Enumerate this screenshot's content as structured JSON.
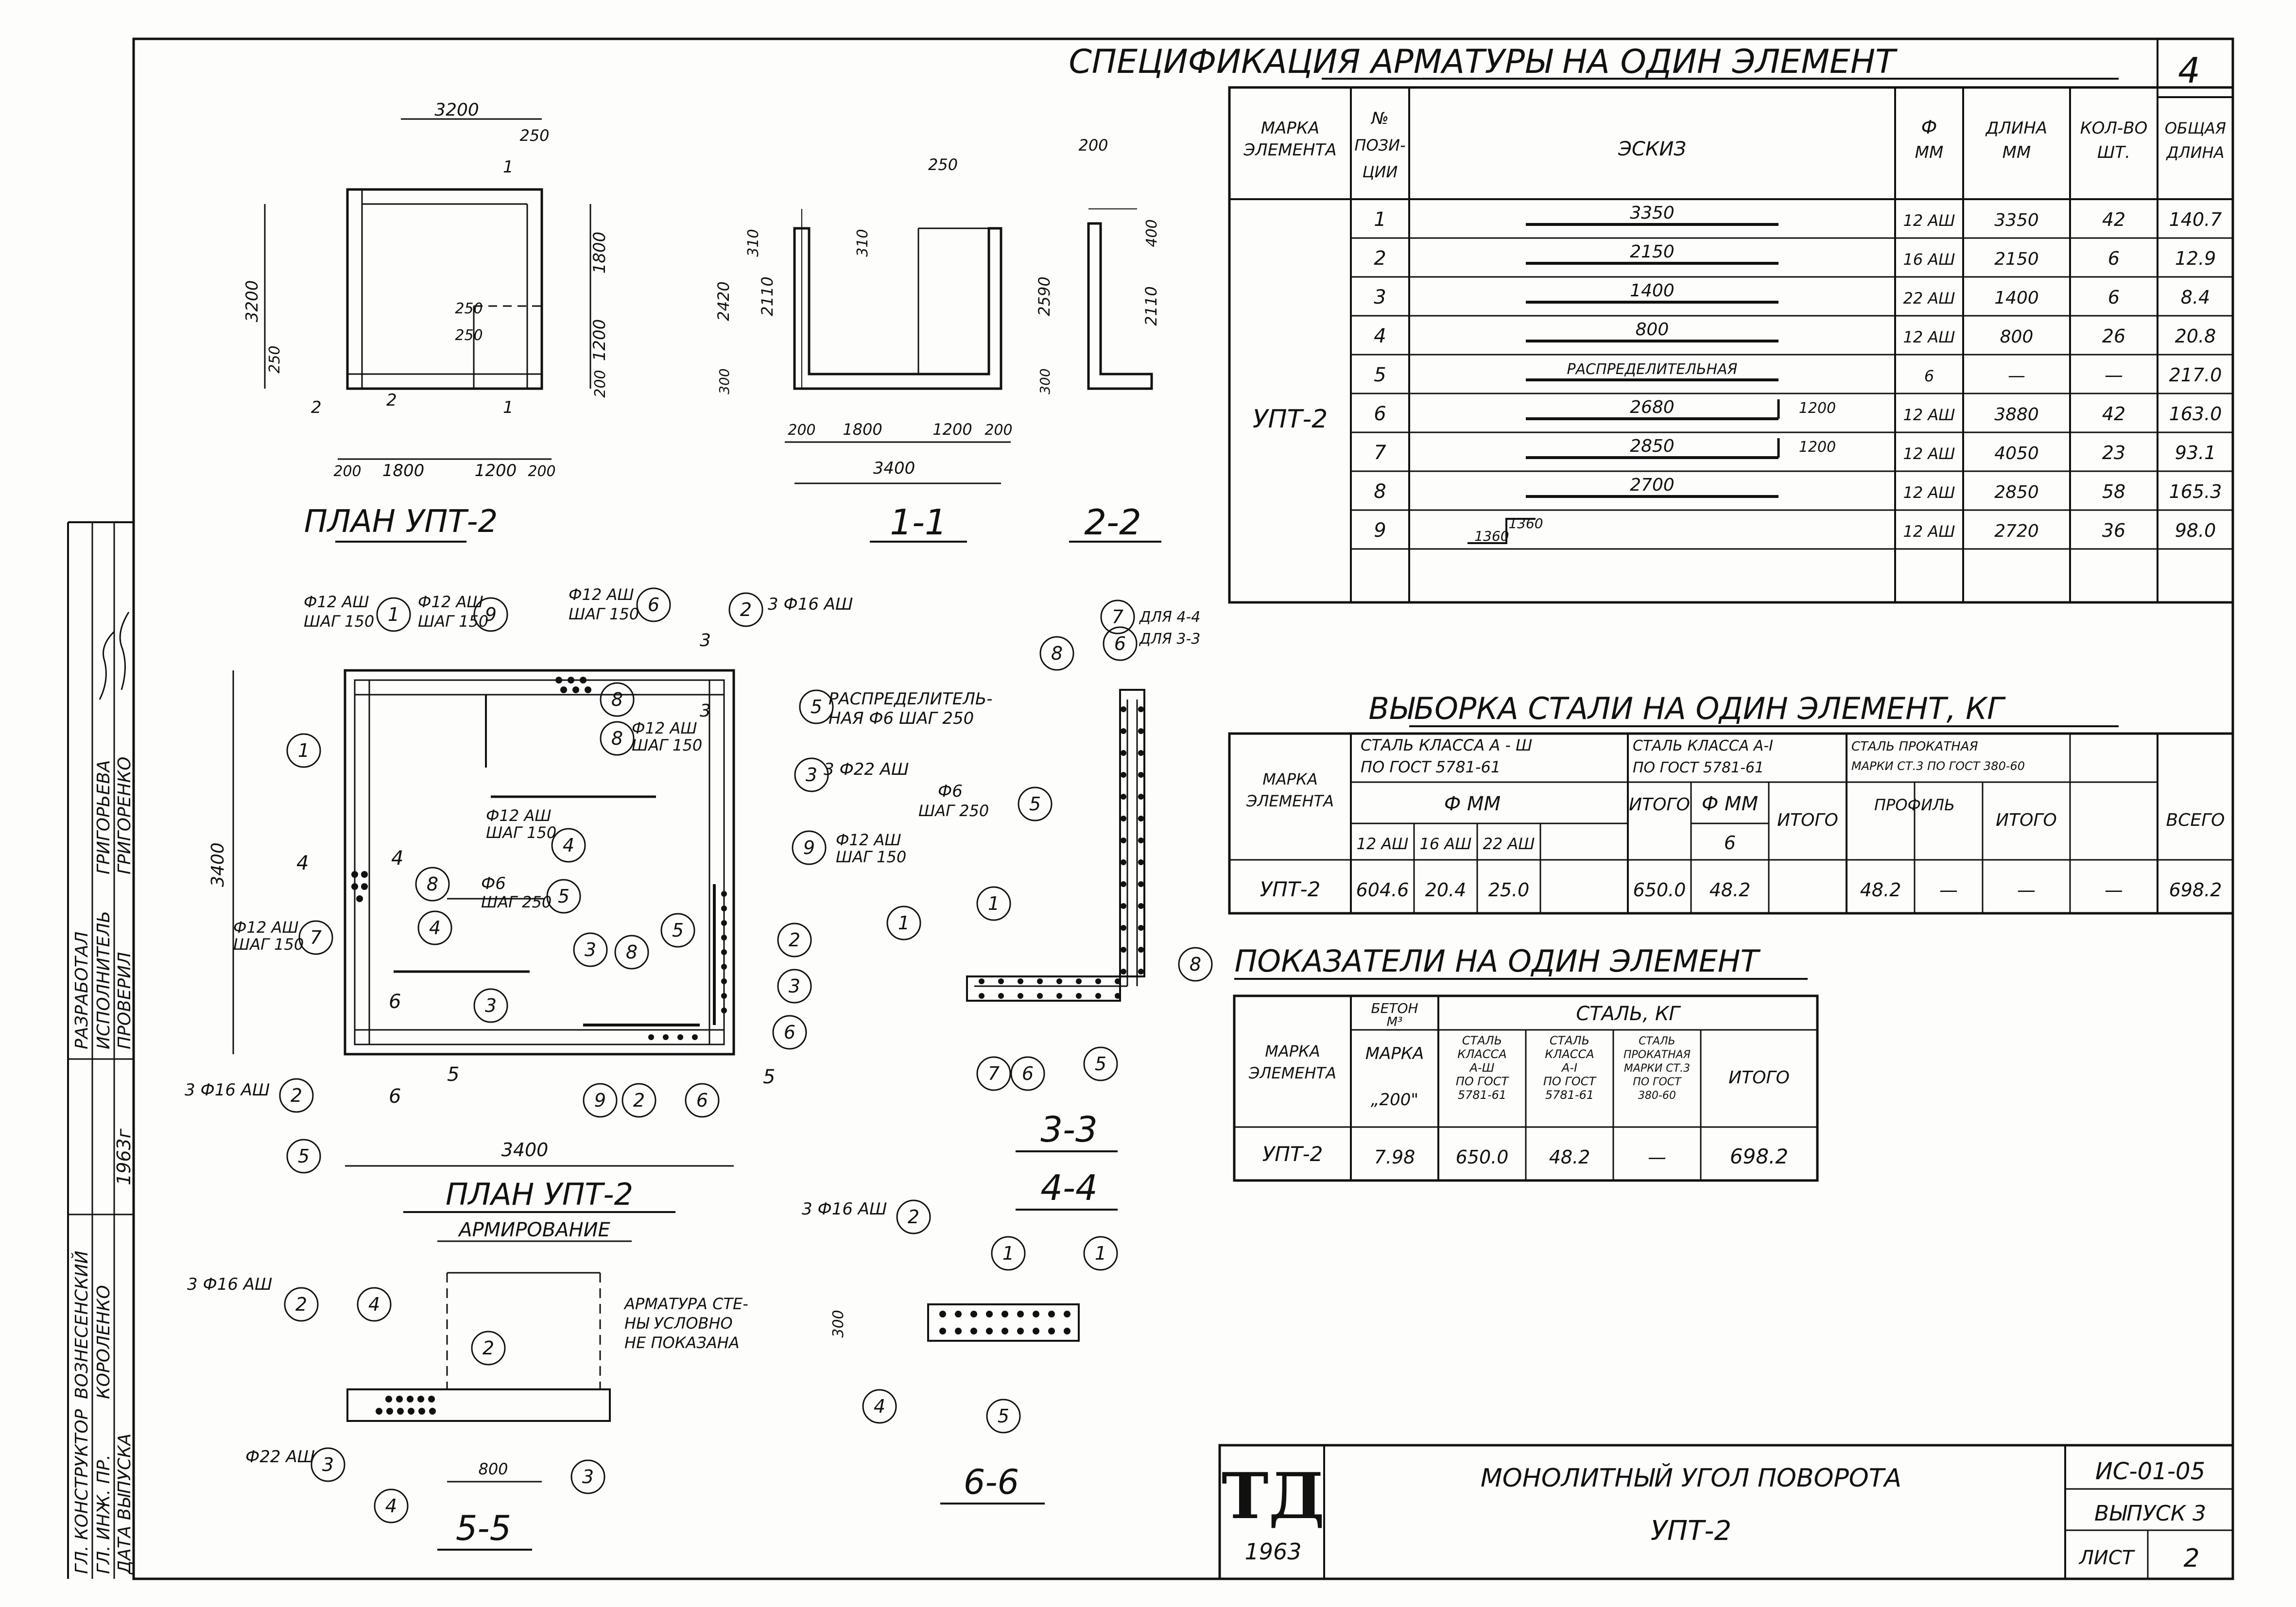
{
  "sheet_number": "4",
  "spec": {
    "title": "СПЕЦИФИКАЦИЯ АРМАТУРЫ НА ОДИН ЭЛЕМЕНТ",
    "headers": {
      "mark": [
        "МАРКА",
        "ЭЛЕМЕНТА"
      ],
      "pos": [
        "№",
        "ПОЗИ-",
        "ЦИИ"
      ],
      "sketch": "ЭСКИЗ",
      "dia": [
        "Ф",
        "ММ"
      ],
      "length": [
        "ДЛИНА",
        "ММ"
      ],
      "count": [
        "КОЛ-ВО",
        "ШТ."
      ],
      "total": [
        "ОБЩАЯ",
        "ДЛИНА"
      ]
    },
    "element": "УПТ-2",
    "rows": [
      {
        "pos": "1",
        "sketch": "3350",
        "sketch2": "",
        "dia": "12 АШ",
        "length": "3350",
        "count": "42",
        "total": "140.7"
      },
      {
        "pos": "2",
        "sketch": "2150",
        "sketch2": "",
        "dia": "16 АШ",
        "length": "2150",
        "count": "6",
        "total": "12.9"
      },
      {
        "pos": "3",
        "sketch": "1400",
        "sketch2": "",
        "dia": "22 АШ",
        "length": "1400",
        "count": "6",
        "total": "8.4"
      },
      {
        "pos": "4",
        "sketch": "800",
        "sketch2": "",
        "dia": "12 АШ",
        "length": "800",
        "count": "26",
        "total": "20.8"
      },
      {
        "pos": "5",
        "sketch": "РАСПРЕДЕЛИТЕЛЬНАЯ",
        "sketch2": "",
        "dia": "6",
        "length": "—",
        "count": "—",
        "total": "217.0"
      },
      {
        "pos": "6",
        "sketch": "2680",
        "sketch2": "1200",
        "dia": "12 АШ",
        "length": "3880",
        "count": "42",
        "total": "163.0"
      },
      {
        "pos": "7",
        "sketch": "2850",
        "sketch2": "1200",
        "dia": "12 АШ",
        "length": "4050",
        "count": "23",
        "total": "93.1"
      },
      {
        "pos": "8",
        "sketch": "2700",
        "sketch2": "",
        "dia": "12 АШ",
        "length": "2850",
        "count": "58",
        "total": "165.3"
      },
      {
        "pos": "9",
        "sketch": "1360",
        "sketch2": "1360",
        "dia": "12 АШ",
        "length": "2720",
        "count": "36",
        "total": "98.0"
      }
    ]
  },
  "steel": {
    "title": "ВЫБОРКА СТАЛИ НА ОДИН ЭЛЕМЕНТ, КГ",
    "mark": [
      "МАРКА",
      "ЭЛЕМЕНТА"
    ],
    "group_a3": [
      "СТАЛЬ КЛАССА А - Ш",
      "ПО ГОСТ 5781-61"
    ],
    "group_a1": [
      "СТАЛЬ КЛАССА А-I",
      "ПО ГОСТ 5781-61"
    ],
    "group_rolled": [
      "СТАЛЬ ПРОКАТНАЯ",
      "МАРКИ СТ.3 ПО ГОСТ 380-60"
    ],
    "dia_label": "Ф ММ",
    "profile": "ПРОФИЛЬ",
    "itogo": "ИТОГО",
    "vsego": "ВСЕГО",
    "d1": "12 АШ",
    "d2": "16 АШ",
    "d3": "22 АШ",
    "d6": "6",
    "row": {
      "mark": "УПТ-2",
      "v1": "604.6",
      "v2": "20.4",
      "v3": "25.0",
      "it1": "650.0",
      "v6": "48.2",
      "it2": "48.2",
      "p1": "—",
      "p2": "—",
      "it3": "—",
      "total": "698.2"
    }
  },
  "indicators": {
    "title": "ПОКАЗАТЕЛИ НА ОДИН ЭЛЕМЕНТ",
    "mark": [
      "МАРКА",
      "ЭЛЕМЕНТА"
    ],
    "beton": [
      "БЕТОН",
      "М³"
    ],
    "beton_mark": "МАРКА",
    "beton_grade": "„200\"",
    "steel": "СТАЛЬ, КГ",
    "c1": [
      "СТАЛЬ",
      "КЛАССА",
      "А-Ш",
      "ПО ГОСТ",
      "5781-61"
    ],
    "c2": [
      "СТАЛЬ",
      "КЛАССА",
      "А-I",
      "ПО ГОСТ",
      "5781-61"
    ],
    "c3": [
      "СТАЛЬ",
      "ПРОКАТНАЯ",
      "МАРКИ СТ.3",
      "ПО ГОСТ",
      "380-60"
    ],
    "itogo": "ИТОГО",
    "row": {
      "mark": "УПТ-2",
      "v": "7.98",
      "s1": "650.0",
      "s2": "48.2",
      "s3": "—",
      "total": "698.2"
    }
  },
  "plan": {
    "title": "ПЛАН УПТ-2",
    "dims_top": "3200",
    "dim_250a": "250",
    "dim_3200v": "3200",
    "dim_250l": "250",
    "dim_1800v": "1800",
    "dim_250b": "250",
    "dim_250c": "250",
    "dim_1200v": "1200",
    "dim_200v": "200",
    "dims_bottom": [
      "200",
      "1800",
      "1200",
      "200"
    ],
    "marks": [
      "1",
      "1",
      "2",
      "2"
    ]
  },
  "sec11": {
    "title": "1-1",
    "d250": "250",
    "d310a": "310",
    "d310b": "310",
    "d2420": "2420",
    "d2110": "2110",
    "d300": "300",
    "bottom": [
      "200",
      "1800",
      "1200",
      "200"
    ],
    "d3400": "3400"
  },
  "sec22": {
    "title": "2-2",
    "d200": "200",
    "d400": "400",
    "d2590": "2590",
    "d2110": "2110",
    "d300": "300"
  },
  "reinf": {
    "title": "ПЛАН УПТ-2",
    "subtitle": "АРМИРОВАНИЕ",
    "d3400v": "3400",
    "d3400h": "3400",
    "lbl_phi12_step150": [
      "Ф12 АШ",
      "ШАГ 150"
    ],
    "lbl_3phi16": "3 Ф16 АШ",
    "lbl_distrib": [
      "РАСПРЕДЕЛИТЕЛЬ-",
      "НАЯ Ф6 ШАГ 250"
    ],
    "lbl_3phi22": "3 Ф22 АШ",
    "lbl_phi6": [
      "Ф6",
      "ШАГ 250"
    ],
    "callouts": [
      "1",
      "2",
      "3",
      "4",
      "5",
      "6",
      "7",
      "8",
      "9"
    ],
    "sec_marks": [
      "3",
      "3",
      "4",
      "4",
      "5",
      "5",
      "6",
      "6"
    ]
  },
  "sec33": {
    "title1": "3-3",
    "title2": "4-4",
    "lbl_44": "ДЛЯ 4-4",
    "lbl_33": "ДЛЯ 3-3",
    "lbl_phi6": [
      "Ф6",
      "ШАГ 250"
    ]
  },
  "sec55": {
    "title": "5-5",
    "lbl_3phi16": "3 Ф16 АШ",
    "lbl_phi22": "Ф22 АШ",
    "d800": "800",
    "note": [
      "АРМАТУРА СТЕ-",
      "НЫ УСЛОВНО",
      "НЕ ПОКАЗАНА"
    ]
  },
  "sec66": {
    "title": "6-6",
    "lbl_3phi16": "3 Ф16 АШ",
    "d300": "300"
  },
  "stamp_side": {
    "rows": [
      "ГЛ. КОНСТРУКТОР",
      "ГЛ. ИНЖ. ПР.",
      "ДАТА ВЫПУСКА"
    ],
    "names": [
      "ВОЗНЕСЕНСКИЙ",
      "КОРОЛЕНКО",
      ""
    ],
    "rows2": [
      "РАЗРАБОТАЛ",
      "ИСПОЛНИТЕЛЬ",
      "ПРОВЕРИЛ"
    ],
    "names2": [
      "ГРИГОРЬЕВА",
      "ГРИГОРЕНКО",
      ""
    ],
    "date": "1963г"
  },
  "title_block": {
    "logo": "ТД",
    "year": "1963",
    "title1": "МОНОЛИТНЫЙ УГОЛ ПОВОРОТА",
    "title2": "УПТ-2",
    "code": "ИС-01-05",
    "issue": "ВЫПУСК 3",
    "sheet_label": "ЛИСТ",
    "sheet": "2"
  }
}
